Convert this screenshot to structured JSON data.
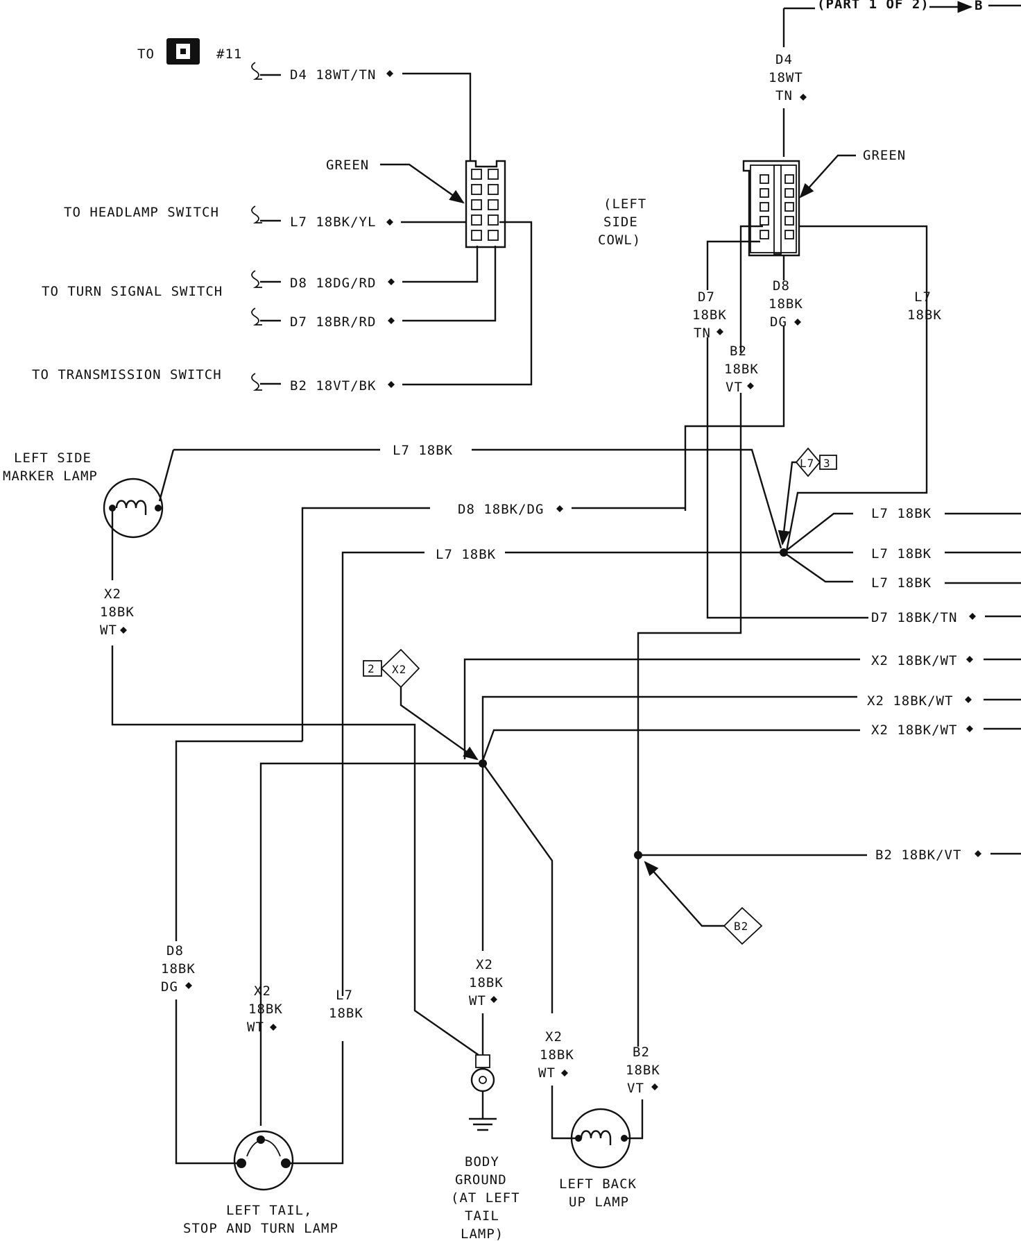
{
  "header": {
    "part_label": "(PART 1 OF 2)",
    "arrow_target": "B"
  },
  "top_left": {
    "to": "TO",
    "connector_ref": "#11",
    "d4": "D4  18WT/TN",
    "green": "GREEN",
    "headlamp_switch": "TO HEADLAMP SWITCH",
    "l7": "L7  18BK/YL",
    "turn_signal_switch": "TO TURN SIGNAL SWITCH",
    "d8": "D8  18DG/RD",
    "d7": "D7  18BR/RD",
    "transmission_switch": "TO TRANSMISSION SWITCH",
    "b2": "B2  18VT/BK"
  },
  "cowl": {
    "location": [
      "(LEFT",
      "SIDE",
      "COWL)"
    ],
    "green": "GREEN",
    "d4": [
      "D4",
      "18WT",
      "TN"
    ],
    "d7": [
      "D7",
      "18BK",
      "TN"
    ],
    "b2": [
      "B2",
      "18BK",
      "VT"
    ],
    "d8": [
      "D8",
      "18BK",
      "DG"
    ],
    "l7": [
      "L7",
      "18BK"
    ]
  },
  "splice_ids": {
    "l7": "L7",
    "l7_num": "3",
    "x2": "X2",
    "x2_num": "2",
    "b2": "B2"
  },
  "wires": {
    "l7_top": "L7  18BK",
    "d8_mid": "D8  18BK/DG",
    "l7_mid": "L7  18BK",
    "right": [
      "L7  18BK",
      "L7  18BK",
      "L7  18BK",
      "D7  18BK/TN",
      "X2  18BK/WT",
      "X2  18BK/WT",
      "X2  18BK/WT",
      "B2  18BK/VT"
    ]
  },
  "verticals": {
    "x2_left": [
      "X2",
      "18BK",
      "WT"
    ],
    "d8_low": [
      "D8",
      "18BK",
      "DG"
    ],
    "x2_tail": [
      "X2",
      "18BK",
      "WT"
    ],
    "l7_tail": [
      "L7",
      "18BK"
    ],
    "x2_ground": [
      "X2",
      "18BK",
      "WT"
    ],
    "x2_backup": [
      "X2",
      "18BK",
      "WT"
    ],
    "b2_backup": [
      "B2",
      "18BK",
      "VT"
    ]
  },
  "components": {
    "marker_lamp": [
      "LEFT SIDE",
      "MARKER LAMP"
    ],
    "tail_lamp": [
      "LEFT TAIL,",
      "STOP AND TURN LAMP"
    ],
    "body_ground": [
      "BODY",
      "GROUND",
      "(AT LEFT",
      "TAIL",
      "LAMP)"
    ],
    "backup_lamp": [
      "LEFT BACK",
      "UP LAMP"
    ]
  }
}
